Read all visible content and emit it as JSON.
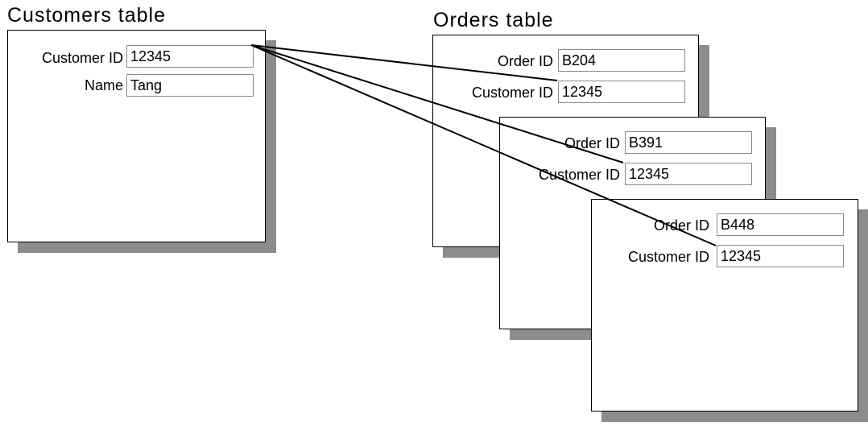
{
  "customers": {
    "title": "Customers table",
    "fields": [
      {
        "label": "Customer ID",
        "value": "12345"
      },
      {
        "label": "Name",
        "value": "Tang"
      }
    ]
  },
  "orders": {
    "title": "Orders table",
    "records": [
      {
        "order_id_label": "Order ID",
        "order_id": "B204",
        "customer_id_label": "Customer ID",
        "customer_id": "12345"
      },
      {
        "order_id_label": "Order ID",
        "order_id": "B391",
        "customer_id_label": "Customer ID",
        "customer_id": "12345"
      },
      {
        "order_id_label": "Order ID",
        "order_id": "B448",
        "customer_id_label": "Customer ID",
        "customer_id": "12345"
      }
    ]
  },
  "colors": {
    "shadow": "#8c8c8c",
    "field_border": "#8a8a8a",
    "line": "#000000"
  }
}
